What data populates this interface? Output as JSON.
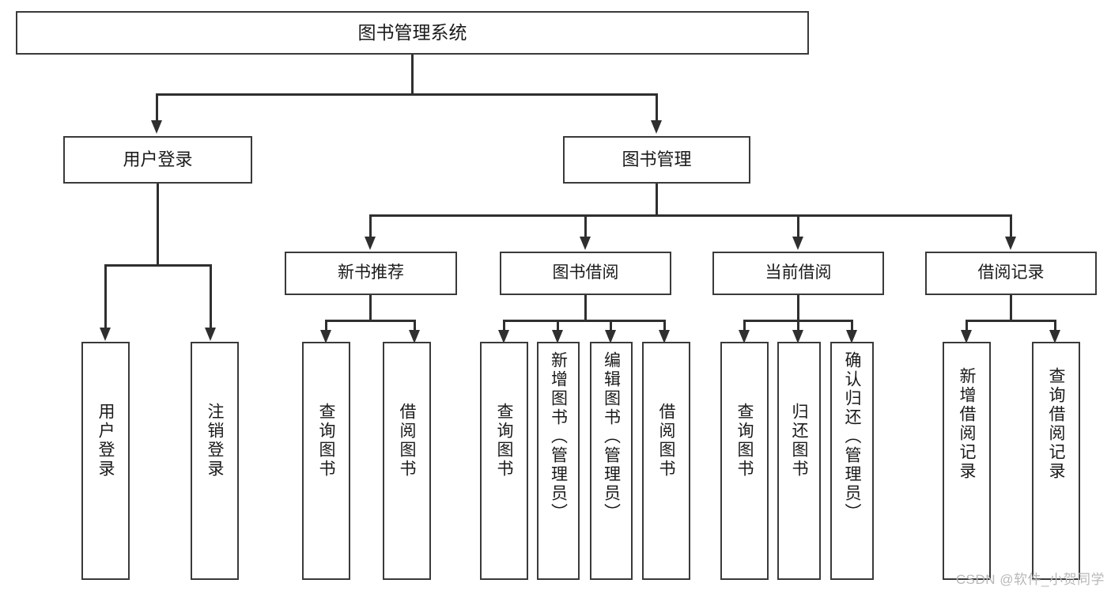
{
  "diagram": {
    "title": "图书管理系统",
    "type": "tree-hierarchy-diagram",
    "root": {
      "label": "图书管理系统"
    },
    "level1": [
      {
        "id": "user-login",
        "label": "用户登录"
      },
      {
        "id": "book-management",
        "label": "图书管理"
      }
    ],
    "level2": [
      {
        "id": "new-book-recommend",
        "label": "新书推荐"
      },
      {
        "id": "book-borrow",
        "label": "图书借阅"
      },
      {
        "id": "current-borrow",
        "label": "当前借阅"
      },
      {
        "id": "borrow-record",
        "label": "借阅记录"
      }
    ],
    "leaves": [
      {
        "id": "leaf-user-login",
        "label": "用户登录",
        "parent": "user-login"
      },
      {
        "id": "leaf-logout-login",
        "label": "注销登录",
        "parent": "user-login"
      },
      {
        "id": "leaf-query-book-1",
        "label": "查询图书",
        "parent": "new-book-recommend"
      },
      {
        "id": "leaf-borrow-book-1",
        "label": "借阅图书",
        "parent": "new-book-recommend"
      },
      {
        "id": "leaf-query-book-2",
        "label": "查询图书",
        "parent": "book-borrow"
      },
      {
        "id": "leaf-add-book",
        "label": "新增图书（管理员）",
        "parent": "book-borrow"
      },
      {
        "id": "leaf-edit-book",
        "label": "编辑图书（管理员）",
        "parent": "book-borrow"
      },
      {
        "id": "leaf-borrow-book-2",
        "label": "借阅图书",
        "parent": "book-borrow"
      },
      {
        "id": "leaf-query-book-3",
        "label": "查询图书",
        "parent": "current-borrow"
      },
      {
        "id": "leaf-return-book",
        "label": "归还图书",
        "parent": "current-borrow"
      },
      {
        "id": "leaf-confirm-return",
        "label": "确认归还（管理员）",
        "parent": "current-borrow"
      },
      {
        "id": "leaf-add-record",
        "label": "新增借阅记录",
        "parent": "borrow-record"
      },
      {
        "id": "leaf-query-record",
        "label": "查询借阅记录",
        "parent": "borrow-record"
      }
    ],
    "colors": {
      "border": "#3a3a3a",
      "connector": "#2f2f2f",
      "text": "#1a1a1a",
      "background": "#ffffff",
      "watermark": "#b8b8b8"
    }
  },
  "watermark": {
    "text": "CSDN @软件_小贺同学"
  }
}
